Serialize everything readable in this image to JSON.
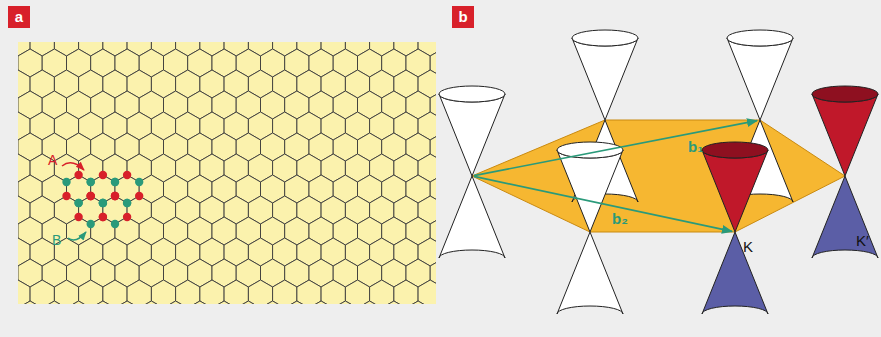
{
  "diagram": {
    "labels": [
      "a",
      "b",
      "A",
      "B",
      "b₁",
      "b₂",
      "K",
      "K′"
    ]
  }
}
